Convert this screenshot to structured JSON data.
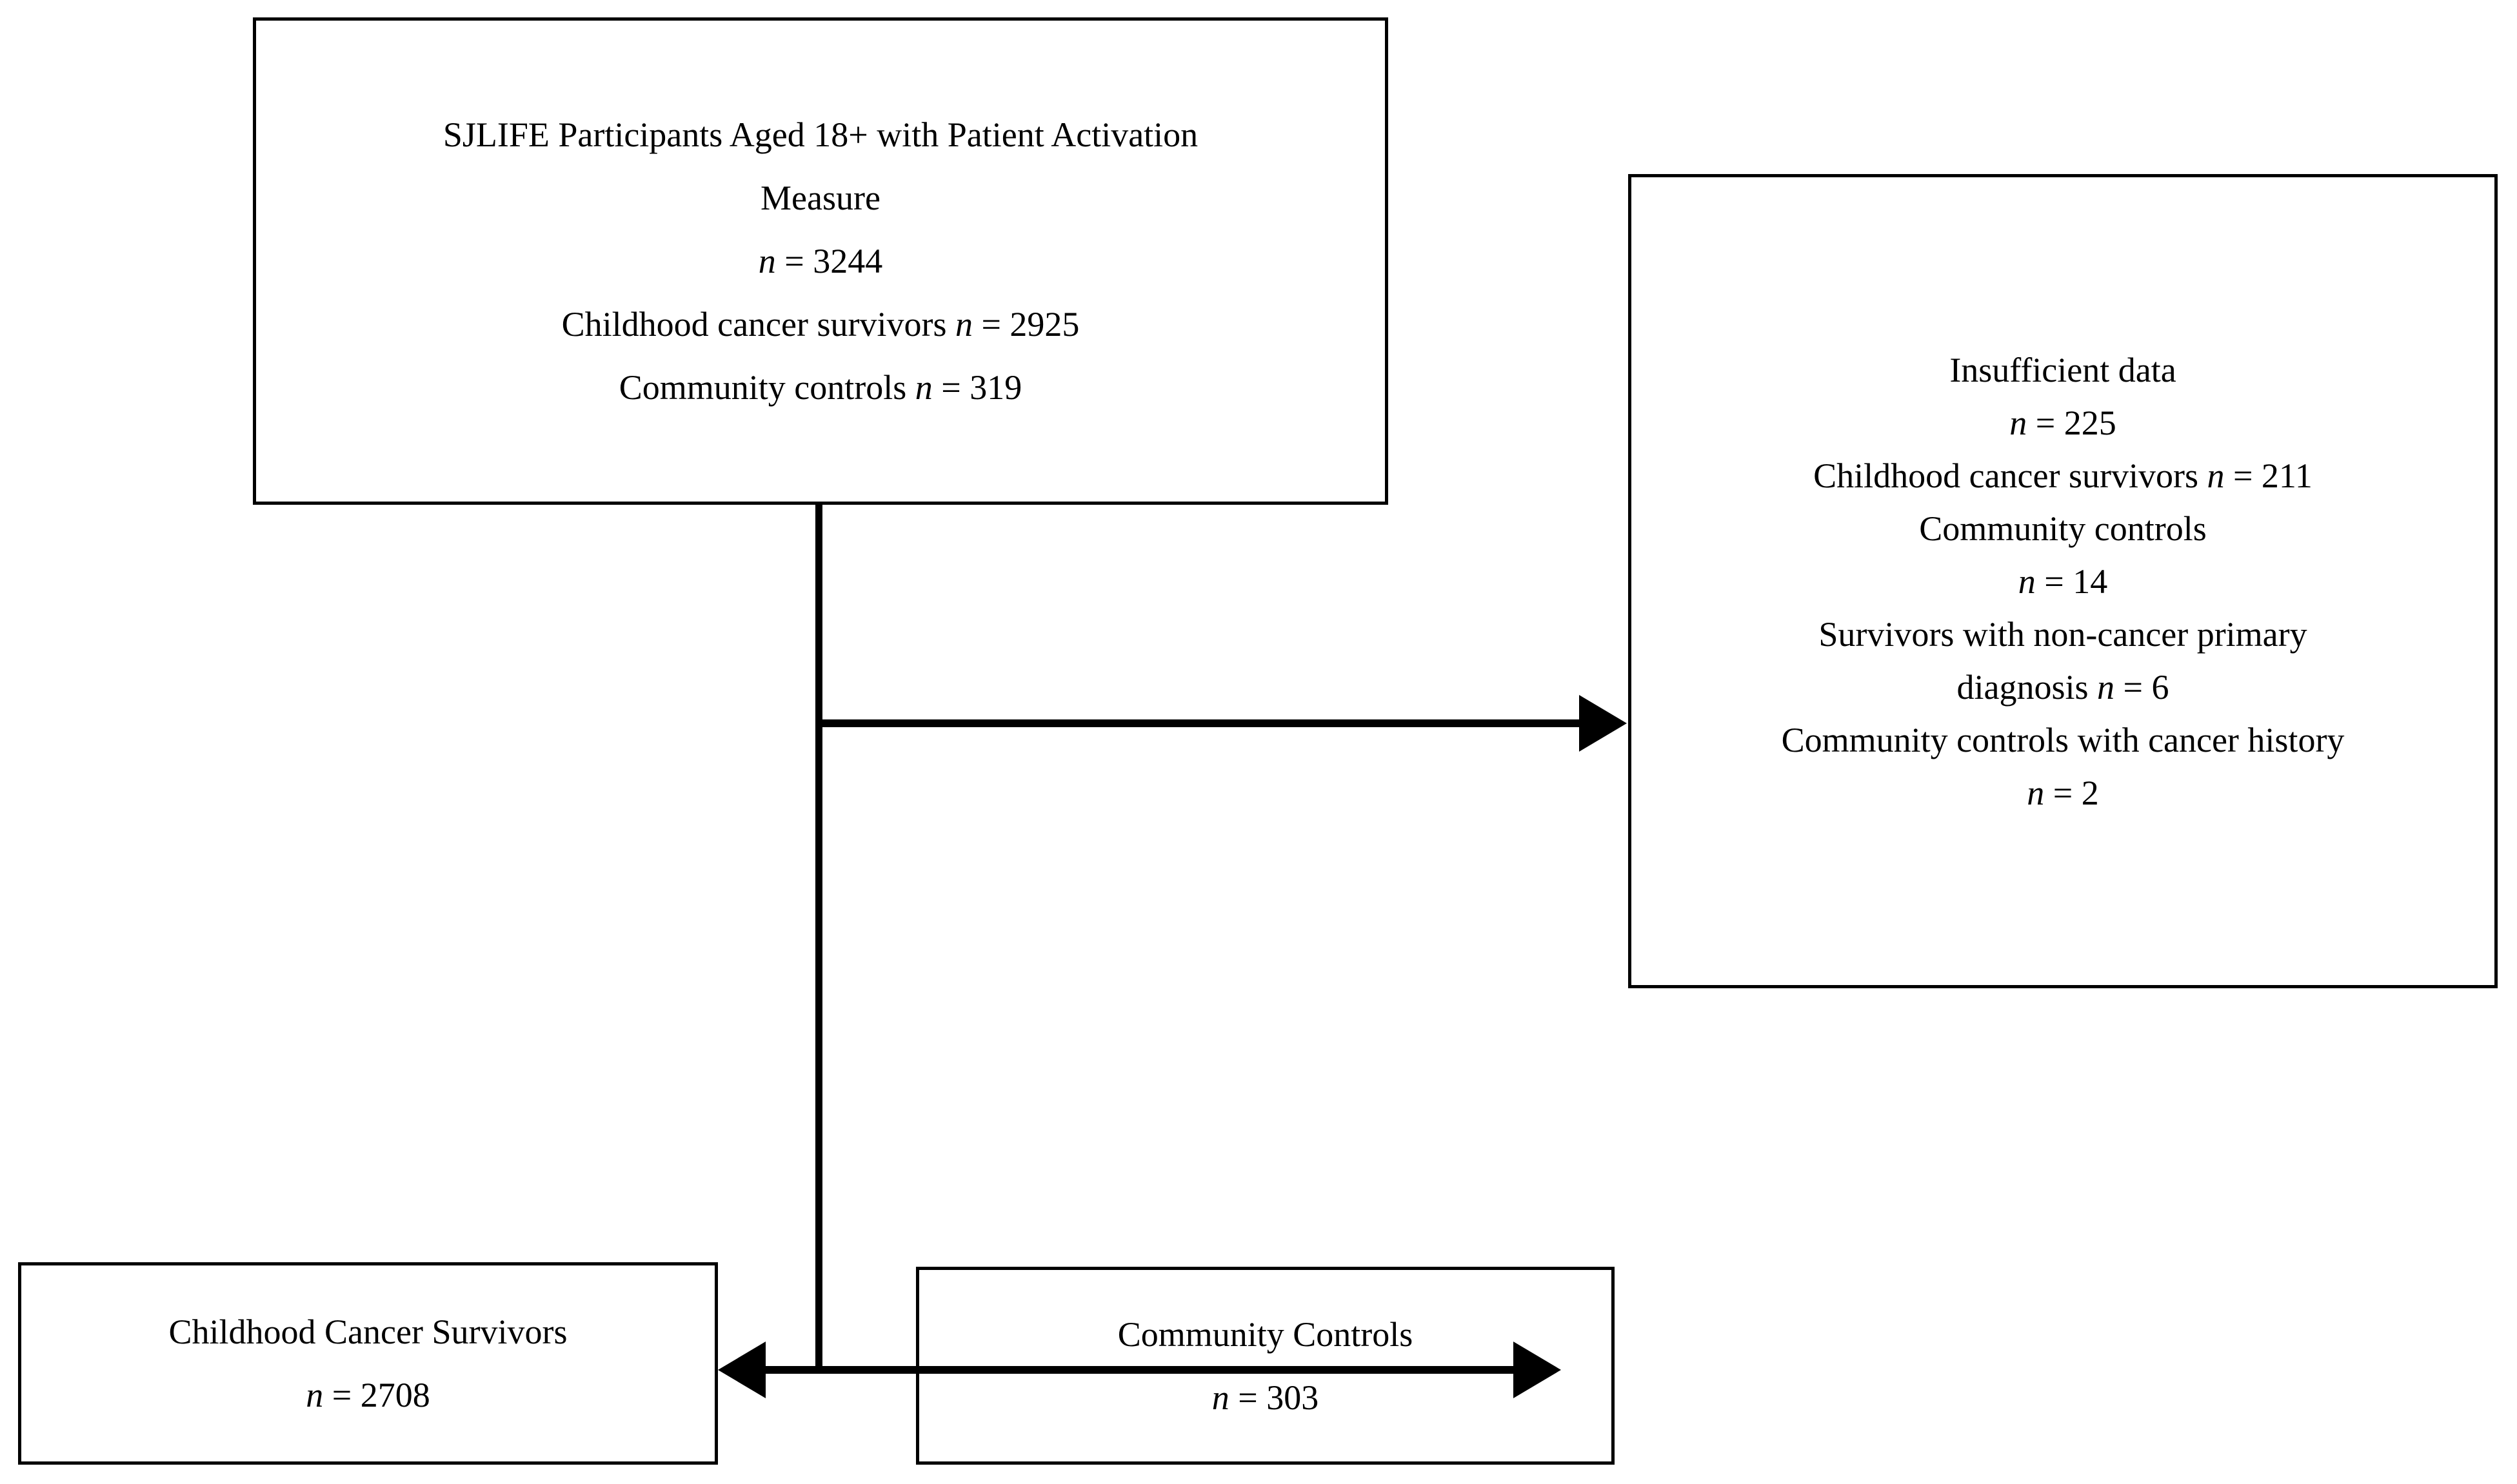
{
  "diagram": {
    "type": "flowchart",
    "title": "SJLIFE participant selection flow diagram",
    "line_color": "#000000",
    "box_border_color": "#000000",
    "background_color": "#ffffff",
    "nodes": {
      "top": {
        "name": "source-population",
        "lines": [
          "SJLIFE Participants Aged 18+ with Patient Activation",
          "Measure",
          "n = 3244",
          "Childhood cancer survivors n = 2925",
          "Community controls n = 319"
        ]
      },
      "excluded": {
        "name": "excluded-participants",
        "lines": [
          "Insufficient data",
          "n = 225",
          "Childhood cancer survivors n = 211",
          "Community controls",
          "n = 14",
          "Survivors with non-cancer primary",
          "diagnosis n = 6",
          "Community controls with cancer history",
          "n = 2"
        ]
      },
      "survivors": {
        "name": "childhood-cancer-survivors",
        "lines": [
          "Childhood Cancer Survivors",
          "n = 2708"
        ]
      },
      "controls": {
        "name": "community-controls",
        "lines": [
          "Community Controls",
          "n = 303"
        ]
      }
    },
    "connectors": [
      {
        "name": "trunk-vertical",
        "from": "top",
        "to": "split",
        "style": "solid-line"
      },
      {
        "name": "branch-to-excluded",
        "from": "trunk",
        "to": "excluded",
        "style": "single-arrow-right"
      },
      {
        "name": "split-to-groups",
        "from": "trunk",
        "to": "survivors-and-controls",
        "style": "double-arrow"
      }
    ],
    "counts": {
      "total": 3244,
      "survivors_total": 2925,
      "controls_total": 319,
      "excluded_total": 225,
      "excluded_survivors_insufficient_data": 211,
      "excluded_controls_insufficient_data": 14,
      "excluded_survivors_non_cancer_primary": 6,
      "excluded_controls_cancer_history": 2,
      "final_survivors": 2708,
      "final_controls": 303
    }
  }
}
